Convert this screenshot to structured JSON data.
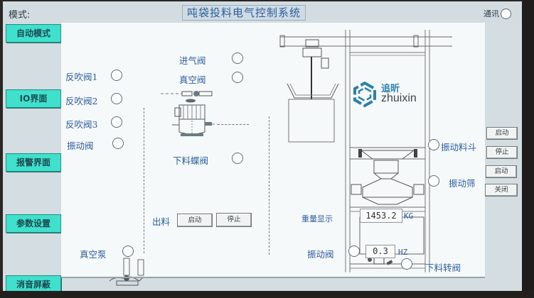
{
  "header": {
    "mode_label": "模式:",
    "title": "吨袋投料电气控制系统",
    "comm_label": "通讯"
  },
  "nav": {
    "items": [
      {
        "label": "自动模式"
      },
      {
        "label": "IO界面"
      },
      {
        "label": "报警界面"
      },
      {
        "label": "参数设置"
      },
      {
        "label": "消音屏蔽"
      }
    ]
  },
  "valves_left": [
    {
      "label": "反吹阀1"
    },
    {
      "label": "反吹阀2"
    },
    {
      "label": "反吹阀3"
    },
    {
      "label": "振动阀"
    }
  ],
  "valves_center": [
    {
      "label": "进气阀"
    },
    {
      "label": "真空阀"
    },
    {
      "label": "下料蝶阀"
    }
  ],
  "vacuum_pump": {
    "label": "真空泵"
  },
  "discharge": {
    "label": "出料",
    "start_label": "启动",
    "stop_label": "停止"
  },
  "logo": {
    "cn": "追昕",
    "en": "zhuixin",
    "color": "#2b7fae"
  },
  "weight": {
    "label": "重量显示",
    "value": "1453.2",
    "unit": "KG"
  },
  "vibration": {
    "label": "振动阀",
    "value": "0.3",
    "unit": "HZ"
  },
  "right_indicators": [
    {
      "label": "振动料斗"
    },
    {
      "label": "振动筛"
    },
    {
      "label": "下料转阀"
    }
  ],
  "right_controls": {
    "hopper_start": "启动",
    "hopper_stop": "停止",
    "sieve_start": "启动",
    "sieve_close": "关闭"
  },
  "colors": {
    "nav_button": "#3fe0cc",
    "label_text": "#2d5e9e",
    "panel_bg": "#f6f9fa",
    "frame_bg": "#d4dde2"
  }
}
